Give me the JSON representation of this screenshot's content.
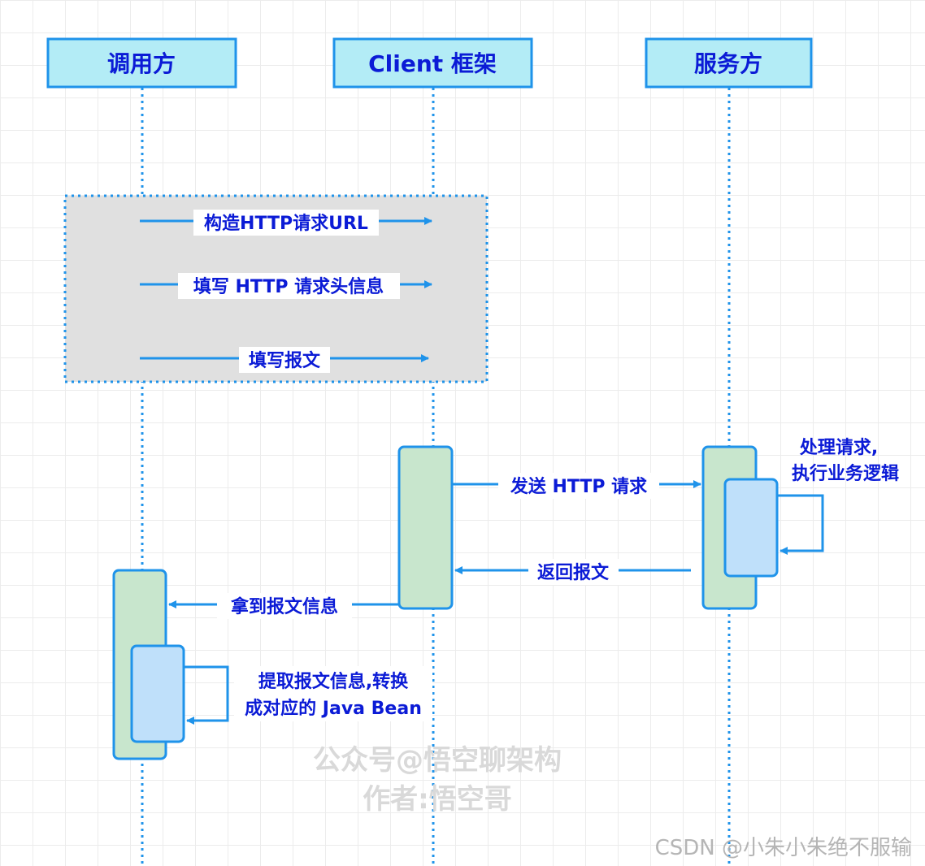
{
  "participants": [
    {
      "id": "caller",
      "label": "调用方"
    },
    {
      "id": "client",
      "label": "Client 框架"
    },
    {
      "id": "server",
      "label": "服务方"
    }
  ],
  "messages": {
    "build_url": "构造HTTP请求URL",
    "fill_headers": "填写 HTTP 请求头信息",
    "fill_body": "填写报文",
    "send_request": "发送 HTTP 请求",
    "return_body": "返回报文",
    "get_body_info": "拿到报文信息"
  },
  "notes": {
    "server_process": [
      "处理请求,",
      "执行业务逻辑"
    ],
    "caller_convert": [
      "提取报文信息,转换",
      "成对应的 Java Bean"
    ]
  },
  "watermark": {
    "line1": "公众号@悟空聊架构",
    "line2": "作者:悟空哥"
  },
  "credit": "CSDN @小朱小朱绝不服输",
  "colors": {
    "participant_fill": "#b3ecf6",
    "participant_stroke": "#1f93ea",
    "activation_outer": "#c8e6cd",
    "activation_inner": "#bfe0fa",
    "arrow": "#1f93ea",
    "text": "#0b1bd6",
    "group_fill": "#e0e0e0"
  }
}
